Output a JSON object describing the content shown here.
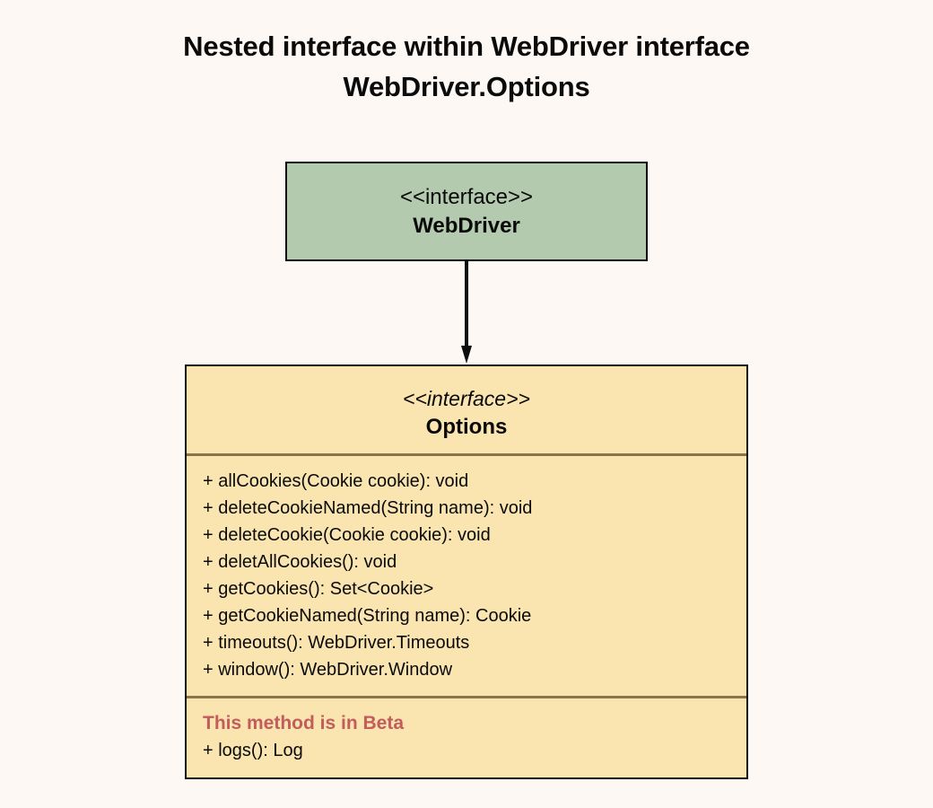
{
  "title": {
    "line1": "Nested interface within WebDriver interface",
    "line2": "WebDriver.Options"
  },
  "colors": {
    "background": "#fdf8f3",
    "webdriver_fill": "#b3caaf",
    "options_fill": "#fae5b0",
    "border": "#0d0d0d",
    "divider": "#8a7348",
    "beta_text": "#c35c5c",
    "text": "#0a0a0a"
  },
  "webdriver_box": {
    "stereotype": "<<interface>>",
    "name": "WebDriver"
  },
  "connector": {
    "type": "arrow-down",
    "arrowhead": "solid-triangle"
  },
  "options_box": {
    "stereotype": "<<interface>>",
    "name": "Options",
    "methods": [
      "+ allCookies(Cookie cookie): void",
      "+ deleteCookieNamed(String name): void",
      "+ deleteCookie(Cookie cookie): void",
      "+ deletAllCookies(): void",
      "+ getCookies(): Set<Cookie>",
      "+ getCookieNamed(String name): Cookie",
      "+ timeouts(): WebDriver.Timeouts",
      "+ window(): WebDriver.Window"
    ],
    "beta": {
      "note": "This method is in Beta",
      "method": "+ logs(): Log"
    }
  }
}
